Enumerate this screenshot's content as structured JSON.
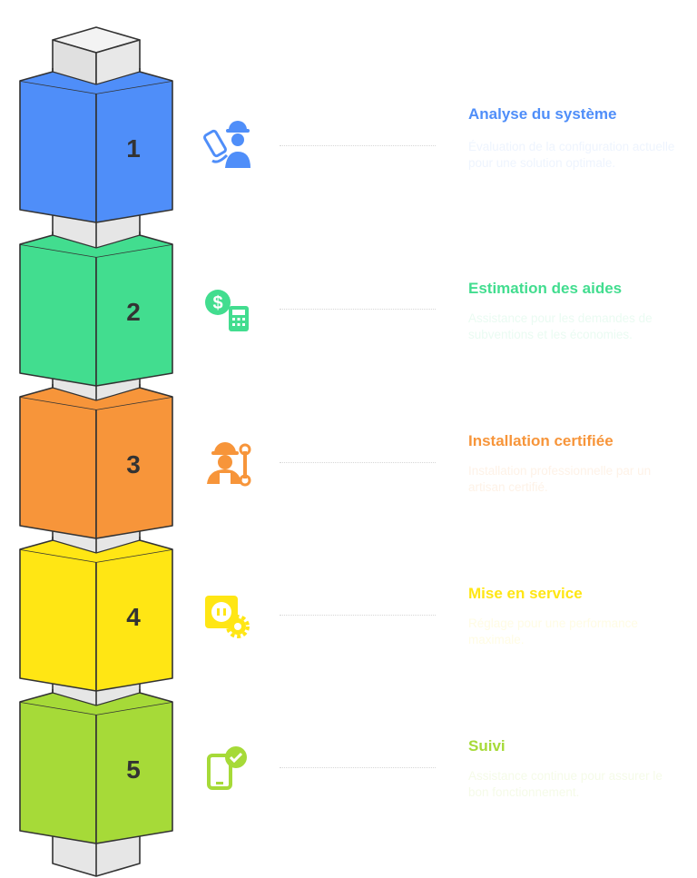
{
  "steps": [
    {
      "number": "1",
      "title": "Analyse du système",
      "description": "Évaluation de la configuration actuelle pour une solution optimale.",
      "color": "#4F8EF9",
      "desc_color": "#EEF4FE",
      "icon": "technician-icon"
    },
    {
      "number": "2",
      "title": "Estimation des aides",
      "description": "Assistance pour les demandes de subventions et les économies.",
      "color": "#42DD8F",
      "desc_color": "#EAFBF2",
      "icon": "money-calculator-icon"
    },
    {
      "number": "3",
      "title": "Installation certifiée",
      "description": "Installation professionnelle par un artisan certifié.",
      "color": "#F7953A",
      "desc_color": "#FEF2E7",
      "icon": "worker-wrench-icon"
    },
    {
      "number": "4",
      "title": "Mise en service",
      "description": "Réglage pour une performance maximale.",
      "color": "#FFE614",
      "desc_color": "#FFFCE4",
      "icon": "plug-gear-icon"
    },
    {
      "number": "5",
      "title": "Suivi",
      "description": "Assistance continue pour assurer le bon fonctionnement.",
      "color": "#A6DA38",
      "desc_color": "#F5FBE8",
      "icon": "phone-check-icon"
    }
  ],
  "colors": {
    "connector": "#E6E6E6",
    "outline": "#333333",
    "number_text": "#333333"
  }
}
